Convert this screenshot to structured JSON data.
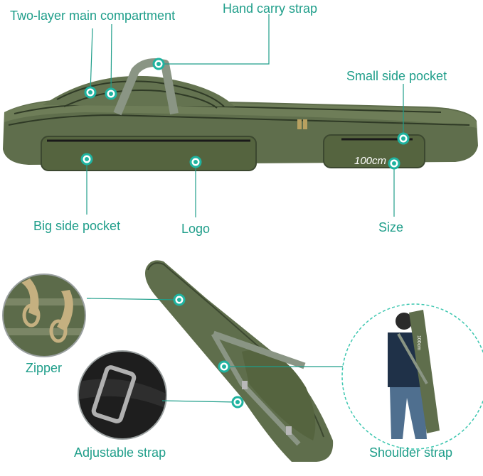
{
  "labels": {
    "two_layer": "Two-layer main compartment",
    "hand_carry": "Hand carry strap",
    "small_pocket": "Small side pocket",
    "big_pocket": "Big side pocket",
    "logo": "Logo",
    "size": "Size",
    "zipper": "Zipper",
    "adjustable": "Adjustable strap",
    "shoulder": "Shoulder strap"
  },
  "size_print": "100cm",
  "colors": {
    "accent": "#1fb3a0",
    "bag_green": "#5f6e4c",
    "bag_dark": "#48563a",
    "strap_gray": "#8a9584"
  }
}
